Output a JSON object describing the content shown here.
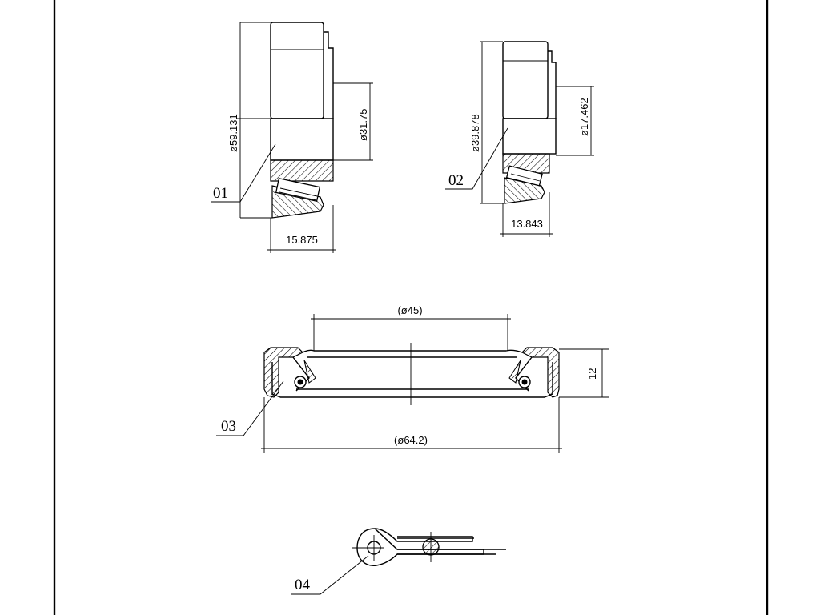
{
  "parts": [
    {
      "label": "01",
      "dims": {
        "outer_diameter": "ø59.131",
        "inner_diameter": "ø31.75",
        "width": "15.875"
      }
    },
    {
      "label": "02",
      "dims": {
        "outer_diameter": "ø39.878",
        "inner_diameter": "ø17.462",
        "width": "13.843"
      }
    },
    {
      "label": "03",
      "dims": {
        "inner_diameter": "(ø45)",
        "outer_diameter": "(ø64.2)",
        "height": "12"
      }
    },
    {
      "label": "04"
    }
  ]
}
